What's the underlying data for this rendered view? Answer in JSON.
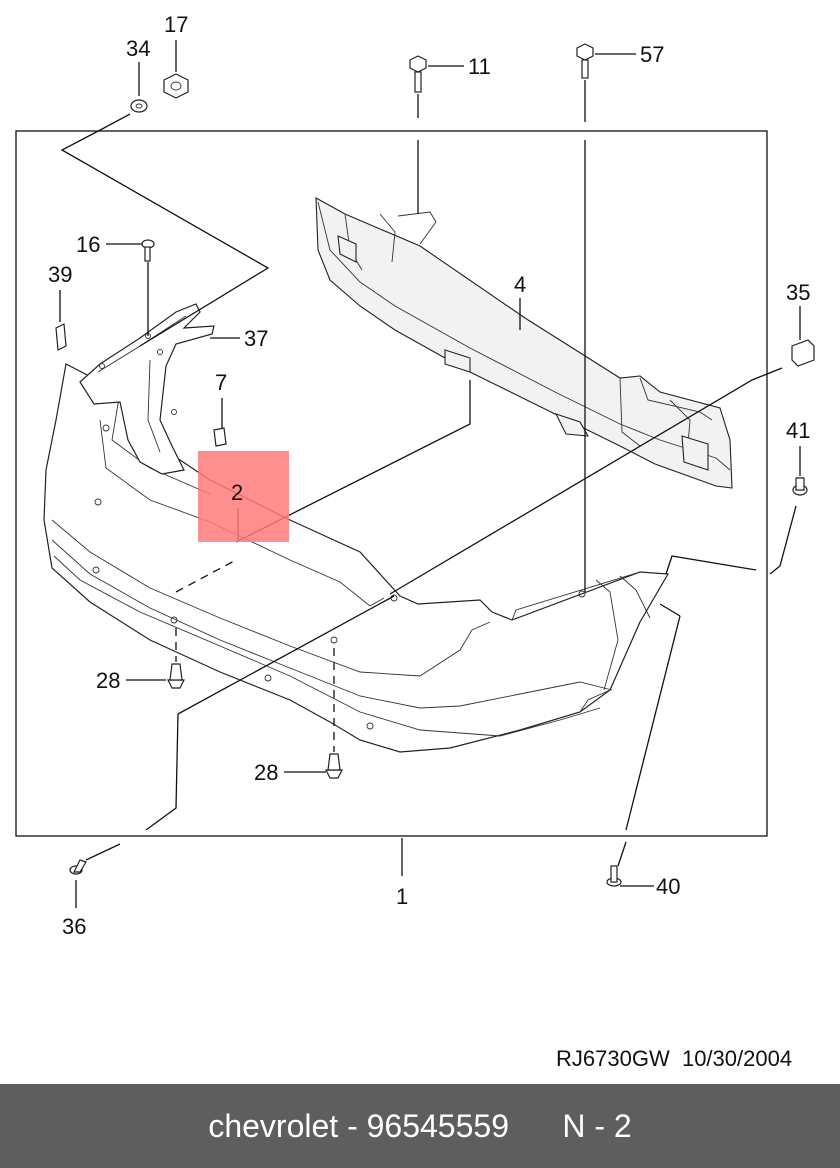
{
  "callouts": {
    "c34": "34",
    "c17": "17",
    "c11": "11",
    "c57": "57",
    "c16": "16",
    "c39": "39",
    "c4": "4",
    "c35": "35",
    "c37": "37",
    "c7": "7",
    "c41": "41",
    "c2": "2",
    "c28a": "28",
    "c28b": "28",
    "c36": "36",
    "c1": "1",
    "c40": "40"
  },
  "highlight_color": "#ff7a7a",
  "reference": {
    "code": "RJ6730GW",
    "date": "10/30/2004"
  },
  "footer": {
    "brand": "chevrolet",
    "separator": " - ",
    "part_number": "96545559",
    "position": "N - 2"
  }
}
